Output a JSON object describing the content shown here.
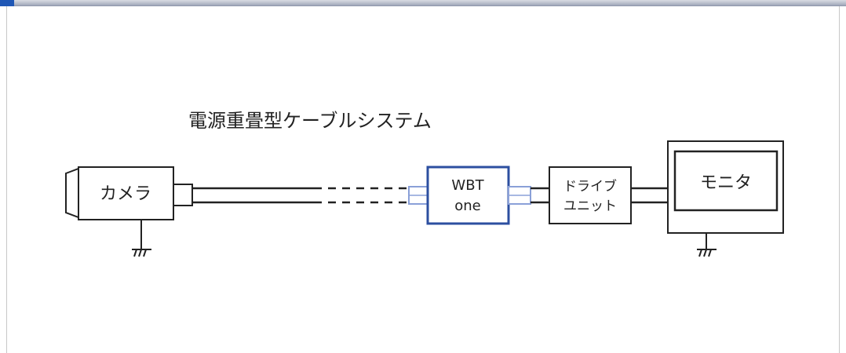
{
  "title": "電源重畳型ケーブルシステム",
  "camera": {
    "label": "カメラ"
  },
  "wbt": {
    "line1": "WBT",
    "line2": "one",
    "color": "#2c4fa0"
  },
  "drive_unit": {
    "line1": "ドライブ",
    "line2": "ユニット"
  },
  "monitor": {
    "label": "モニタ"
  },
  "colors": {
    "accent": "#1f57b5",
    "connector": "#8aa0d8",
    "line": "#222222"
  }
}
